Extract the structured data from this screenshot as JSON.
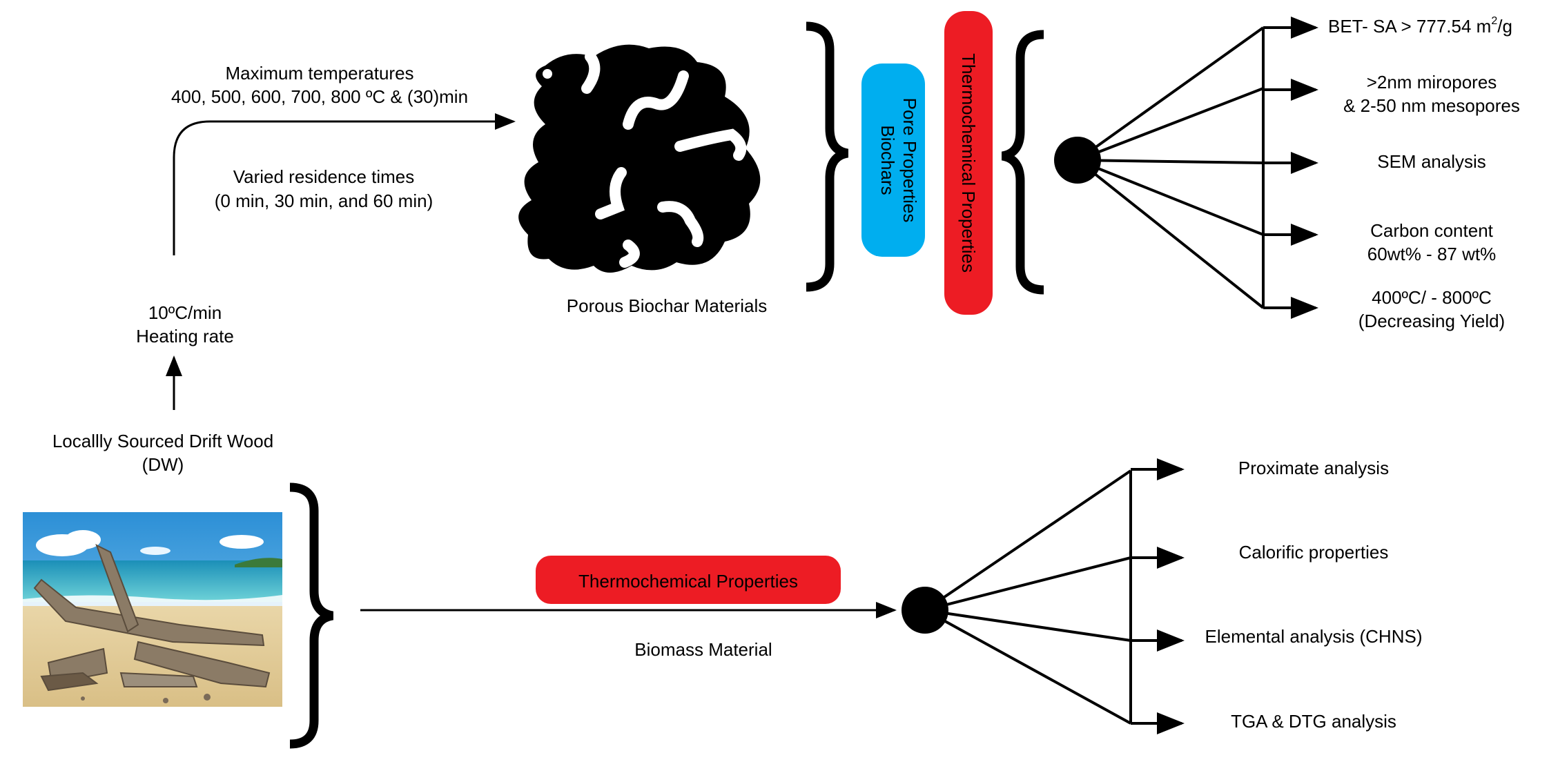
{
  "process": {
    "max_temp_label": "Maximum temperatures",
    "max_temp_values": "400, 500, 600, 700, 800 ºC & (30)min",
    "residence_label": "Varied residence times",
    "residence_values": "(0 min, 30 min, and 60 min)",
    "heating_rate_value": "10ºC/min",
    "heating_rate_label": "Heating rate",
    "source_line1": "Locallly Sourced Drift Wood",
    "source_line2": "(DW)"
  },
  "biochar": {
    "label": "Porous Biochar Materials",
    "pore_line1": "Pore Properties",
    "pore_line2": "Biochars",
    "thermo_label": "Thermochemical Properties"
  },
  "biochar_outputs": {
    "bet_text": "BET- SA > 777.54 m",
    "bet_sup": "2",
    "bet_unit": "/g",
    "pores_line1": ">2nm miropores",
    "pores_line2": "& 2-50 nm mesopores",
    "sem": "SEM analysis",
    "carbon_line1": "Carbon content",
    "carbon_line2": "60wt% - 87 wt%",
    "yield_line1": "400ºC/ - 800ºC",
    "yield_line2": "(Decreasing Yield)"
  },
  "biomass": {
    "thermo_label": "Thermochemical Properties",
    "label": "Biomass Material"
  },
  "biomass_outputs": {
    "proximate": "Proximate analysis",
    "calorific": "Calorific properties",
    "elemental": "Elemental analysis (CHNS)",
    "tga": "TGA & DTG analysis"
  },
  "colors": {
    "red_box": "#ed1c24",
    "blue_box": "#00aeef",
    "ink": "#000000"
  },
  "icons": {
    "driftwood": "beach-driftwood-illustration",
    "biochar": "porous-biochar-blob"
  }
}
